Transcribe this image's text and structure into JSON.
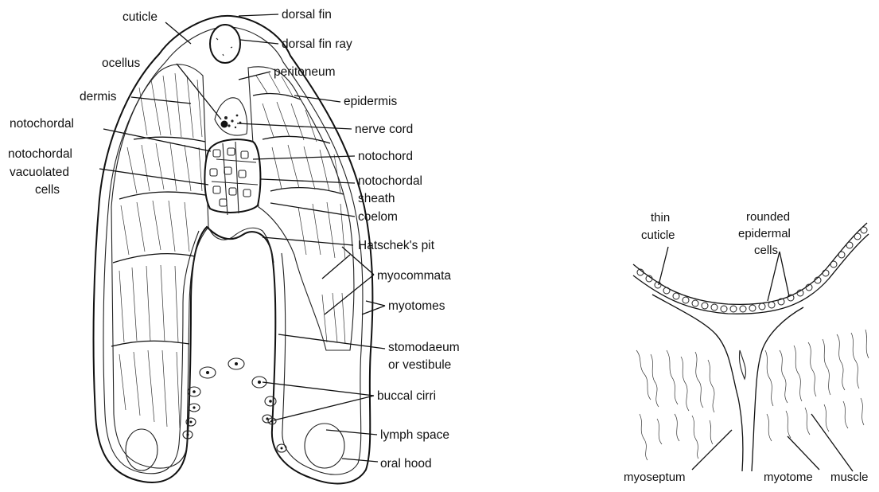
{
  "figure_left": {
    "labels": {
      "cuticle": "cuticle",
      "dorsal_fin": "dorsal  fin",
      "dorsal_fin_ray": "dorsal  fin  ray",
      "ocellus": "ocellus",
      "peritoneum": "peritoneum",
      "dermis": "dermis",
      "epidermis": "epidermis",
      "notochordal": "notochordal",
      "nerve_cord": "nerve  cord",
      "notochordal_vacuolated_1": "notochordal",
      "notochordal_vacuolated_2": "vacuolated",
      "notochordal_vacuolated_3": "cells",
      "notochord": "notochord",
      "notochordal_sheath_1": "notochordal",
      "notochordal_sheath_2": "sheath",
      "coelom": "coelom",
      "hatscheks_pit": "Hatschek's pit",
      "myocommata": "myocommata",
      "myotomes": "myotomes",
      "stomodaeum_1": "stomodaeum",
      "stomodaeum_2": "or  vestibule",
      "buccal_cirri": "buccal cirri",
      "lymph_space": "lymph  space",
      "oral_hood": "oral  hood"
    }
  },
  "figure_right": {
    "labels": {
      "thin_cuticle_1": "thin",
      "thin_cuticle_2": "cuticle",
      "rounded_1": "rounded",
      "rounded_2": "epidermal",
      "rounded_3": "cells",
      "myoseptum": "myoseptum",
      "myotome": "myotome",
      "muscle": "muscle"
    }
  }
}
